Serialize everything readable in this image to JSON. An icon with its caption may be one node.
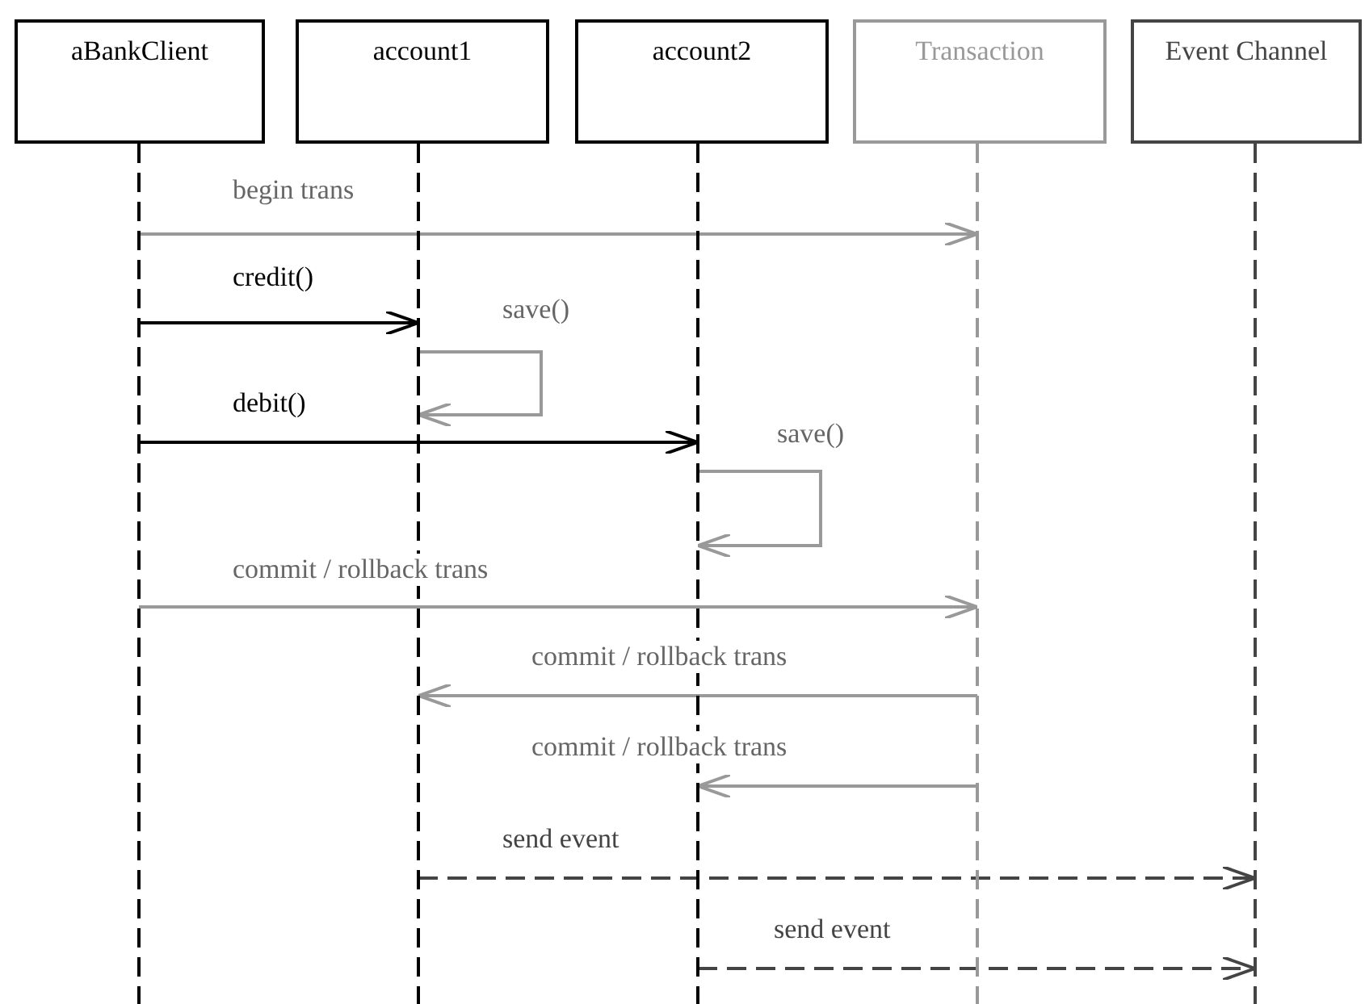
{
  "diagram": {
    "nodes": [
      {
        "text": [
          "aBankClient"
        ]
      },
      {
        "text": [
          "account1"
        ]
      },
      {
        "text": [
          "account2"
        ]
      },
      {
        "text": [
          "Transaction"
        ]
      },
      {
        "text": [
          "Event Channel"
        ]
      },
      {
        "text": [],
        "shape": "line"
      },
      {
        "text": [],
        "shape": "line"
      },
      {
        "text": [],
        "shape": "line"
      },
      {
        "text": [],
        "shape": "line"
      },
      {
        "text": [],
        "shape": "line"
      }
    ],
    "edges": [
      {
        "from": 5,
        "to": 8,
        "arrow": "to",
        "label": "begin trans"
      },
      {
        "from": 5,
        "to": 6,
        "arrow": "to",
        "label": "credit()",
        "color": "#000000"
      },
      {
        "from": 6,
        "to": 6,
        "arrow": "to",
        "label": "save()"
      },
      {
        "from": 5,
        "to": 7,
        "arrow": "to",
        "label": "debit()",
        "color": "#000000"
      },
      {
        "from": 7,
        "to": 7,
        "arrow": "to",
        "label": "save()"
      },
      {
        "from": 5,
        "to": 8,
        "arrow": "to",
        "label": "commit / rollback trans"
      },
      {
        "from": 8,
        "to": 6,
        "arrow": "to",
        "label": "commit / rollback trans"
      },
      {
        "from": 8,
        "to": 7,
        "arrow": "to",
        "label": "commit / rollback trans"
      },
      {
        "from": 6,
        "to": 9,
        "arrow": "to",
        "label": "send event",
        "style": "dashed",
        "color": "#444444"
      },
      {
        "from": 7,
        "to": 9,
        "arrow": "to",
        "label": "send event",
        "style": "dashed",
        "color": "#444444"
      }
    ]
  }
}
